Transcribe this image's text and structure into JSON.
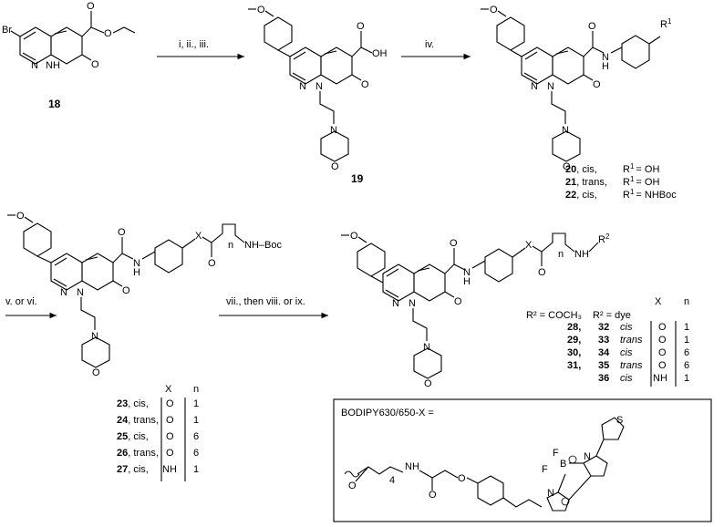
{
  "compounds": {
    "c18": "18",
    "c19": "19",
    "r20": {
      "num": "20",
      "cfg": ", cis,",
      "r1": "R",
      "sup": "1",
      "val": "= OH"
    },
    "r21": {
      "num": "21",
      "cfg": ", trans,",
      "r1": "R",
      "sup": "1",
      "val": "= OH"
    },
    "r22": {
      "num": "22",
      "cfg": ", cis,",
      "r1": "R",
      "sup": "1",
      "val": "= NHBoc"
    }
  },
  "conditions": {
    "step1": "i, ii., iii.",
    "step2": "iv.",
    "step3": "v. or vi.",
    "step4": "vii., then viii. or ix."
  },
  "atoms": {
    "br": "Br",
    "n": "N",
    "nh": "NH",
    "h": "H",
    "o": "O",
    "oh": "OH",
    "x": "X",
    "nhboc": "NH–Boc",
    "n_sub": "n",
    "r2": "R",
    "r2sup": "2",
    "b": "B",
    "f": "F",
    "s": "S",
    "r1": "R",
    "r1sup": "1"
  },
  "table1": {
    "header_x": "X",
    "header_n": "n",
    "rows": [
      {
        "num": "23",
        "cfg": ", cis,",
        "x": "O",
        "n": "1"
      },
      {
        "num": "24",
        "cfg": ", trans,",
        "x": "O",
        "n": "1"
      },
      {
        "num": "25",
        "cfg": ", cis,",
        "x": "O",
        "n": "6"
      },
      {
        "num": "26",
        "cfg": ", trans,",
        "x": "O",
        "n": "6"
      },
      {
        "num": "27",
        "cfg": ", cis,",
        "x": "NH",
        "n": "1"
      }
    ]
  },
  "table2": {
    "r2_acetyl": "R² = COCH₃",
    "r2_dye": "R² = dye",
    "header_x": "X",
    "header_n": "n",
    "rows": [
      {
        "a": "28",
        "b": "32",
        "cfg": "cis",
        "x": "O",
        "n": "1"
      },
      {
        "a": "29",
        "b": "33",
        "cfg": "trans",
        "x": "O",
        "n": "1"
      },
      {
        "a": "30",
        "b": "34",
        "cfg": "cis",
        "x": "O",
        "n": "6"
      },
      {
        "a": "31",
        "b": "35",
        "cfg": "trans",
        "x": "O",
        "n": "6"
      },
      {
        "a": "",
        "b": "36",
        "cfg": "cis",
        "x": "NH",
        "n": "1"
      }
    ]
  },
  "box": {
    "title": "BODIPY630/650-X =",
    "sub4": "4"
  },
  "colors": {
    "ink": "#000000",
    "background": "#ffffff"
  }
}
